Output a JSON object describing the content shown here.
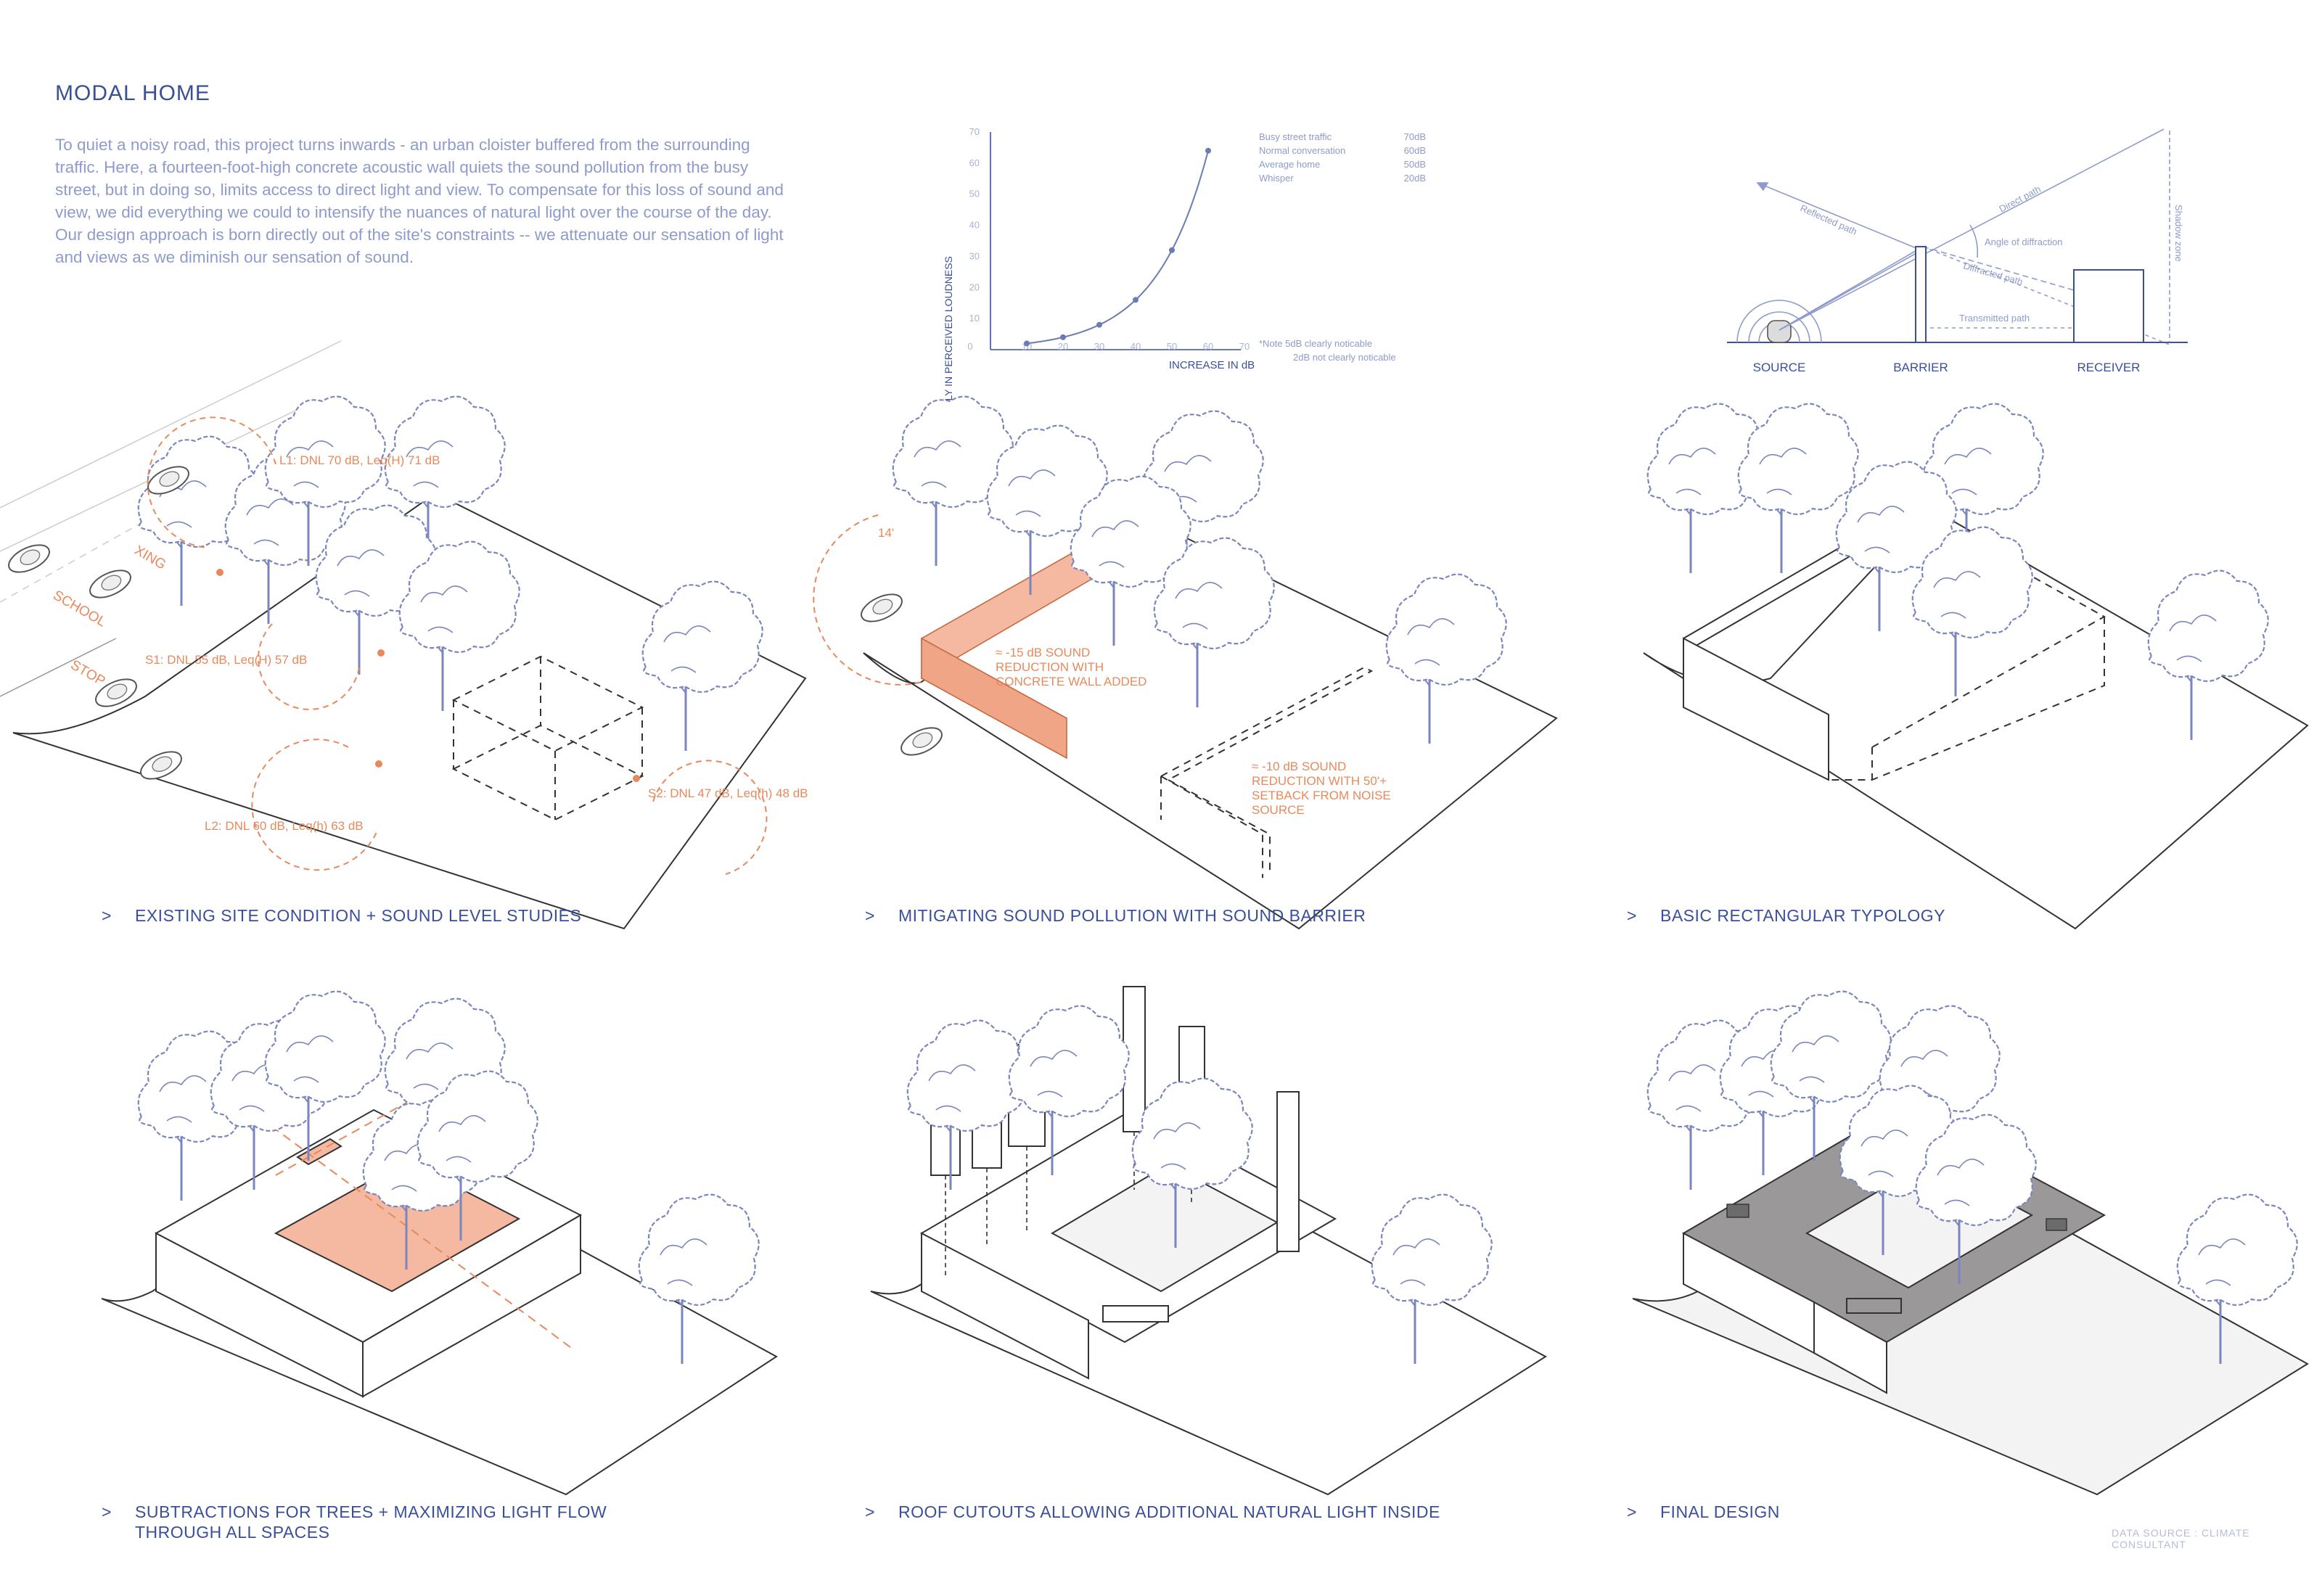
{
  "title": "MODAL HOME",
  "intro": "To quiet a noisy road, this project turns inwards - an urban cloister buffered from the surrounding traffic. Here, a fourteen-foot-high concrete acoustic wall quiets the sound pollution from the busy street, but in doing so, limits access to direct light and view. To compensate for this loss of sound and view, we did everything we could to intensify the nuances of natural light over the course of the day. Our design approach is born directly out of the site's constraints -- we attenuate our sensation of light and views as we diminish our sensation of sound.",
  "chart": {
    "ylabel": "MULTIPLY IN PERCEIVED LOUDNESS",
    "xlabel": "INCREASE IN dB",
    "note": "*Note   5dB clearly noticable",
    "note2": "2dB not clearly noticable",
    "legend": [
      {
        "label": "Busy street traffic",
        "value": "70dB"
      },
      {
        "label": "Normal conversation",
        "value": "60dB"
      },
      {
        "label": "Average home",
        "value": "50dB"
      },
      {
        "label": "Whisper",
        "value": "20dB"
      }
    ]
  },
  "chart_data": {
    "type": "line",
    "x": [
      10,
      20,
      30,
      40,
      50,
      60
    ],
    "y": [
      2,
      4,
      8,
      16,
      32,
      64
    ],
    "xticks": [
      "0",
      "10",
      "20",
      "30",
      "40",
      "50",
      "60",
      "70"
    ],
    "yticks": [
      "10",
      "20",
      "30",
      "40",
      "50",
      "60",
      "70"
    ],
    "xlim": [
      0,
      70
    ],
    "ylim": [
      0,
      70
    ],
    "xlabel": "INCREASE IN dB",
    "ylabel": "MULTIPLY IN PERCEIVED LOUDNESS",
    "grid": false
  },
  "barrier": {
    "source": "SOURCE",
    "barrier": "BARRIER",
    "receiver": "RECEIVER",
    "reflected": "Reflected path",
    "direct": "Direct path",
    "angle": "Angle of diffraction",
    "diffracted": "Diffracted path",
    "transmitted": "Transmitted path",
    "shadow": "Shadow zone"
  },
  "site": {
    "l1": "L1: DNL 70 dB, Leq(H) 71 dB",
    "s1": "S1: DNL 55 dB, Leq(H) 57 dB",
    "l2": "L2: DNL 60 dB, Leq(h) 63 dB",
    "s2": "S2: DNL 47 dB, Leq(h) 48 dB",
    "school": "SCHOOL",
    "xing": "XING",
    "stop": "STOP"
  },
  "barrier_panel": {
    "height": "14'",
    "wall_note": "≈ -15 dB SOUND REDUCTION WITH CONCRETE WALL ADDED",
    "setback_note": "≈ -10 dB SOUND REDUCTION WITH 50'+ SETBACK FROM NOISE SOURCE"
  },
  "captions": {
    "c1": "EXISTING SITE CONDITION + SOUND LEVEL STUDIES",
    "c2": "MITIGATING SOUND POLLUTION WITH SOUND BARRIER",
    "c3": "BASIC RECTANGULAR TYPOLOGY",
    "c4a": "SUBTRACTIONS FOR TREES + MAXIMIZING LIGHT FLOW",
    "c4b": "THROUGH ALL SPACES",
    "c5": "ROOF CUTOUTS ALLOWING ADDITIONAL NATURAL LIGHT INSIDE",
    "c6": "FINAL DESIGN",
    "marker": ">"
  },
  "data_source": "DATA SOURCE : CLIMATE CONSULTANT",
  "colors": {
    "accent": "#e8895c",
    "blue": "#3a4f9a",
    "light_blue": "#8e9bcc",
    "fill_orange": "#f4b9a0",
    "roof_grey": "#9a9898",
    "ground": "#f3f3f3"
  }
}
